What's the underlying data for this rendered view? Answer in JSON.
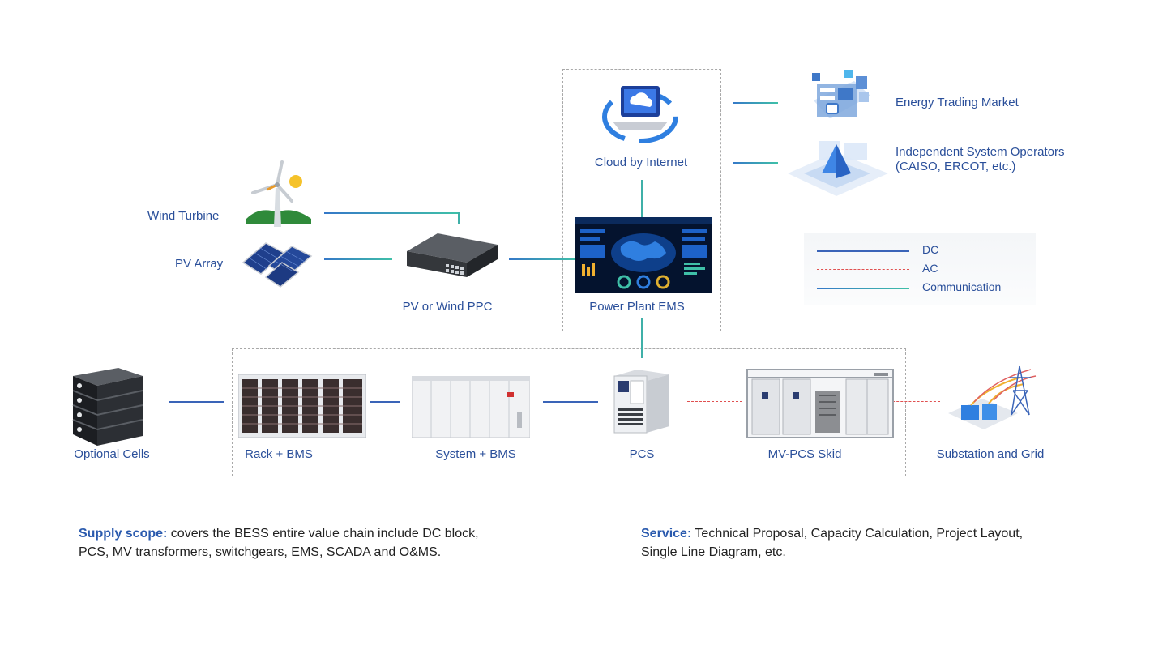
{
  "nodes": {
    "cloud": "Cloud by Internet",
    "energy_trading": "Energy Trading Market",
    "iso_line1": "Independent System Operators",
    "iso_line2": "(CAISO, ERCOT, etc.)",
    "wind": "Wind Turbine",
    "pv": "PV Array",
    "ppc": "PV or Wind PPC",
    "ems": "Power Plant EMS",
    "cells": "Optional Cells",
    "rack": "Rack + BMS",
    "system": "System + BMS",
    "pcs": "PCS",
    "skid": "MV-PCS Skid",
    "grid": "Substation and Grid"
  },
  "legend": {
    "dc": "DC",
    "ac": "AC",
    "comm": "Communication"
  },
  "colors": {
    "label": "#2a4f9a",
    "dc": "#3a64b8",
    "ac": "#e05050",
    "comm_start": "#3578c8",
    "comm_end": "#3fc0a8",
    "dashed_box": "#a8a8a8"
  },
  "notes": {
    "supply_title": "Supply scope:",
    "supply_text_1": " covers the BESS entire value chain include DC block,",
    "supply_text_2": "PCS, MV transformers, switchgears, EMS, SCADA and O&MS.",
    "service_title": "Service:",
    "service_text_1": " Technical Proposal, Capacity Calculation, Project Layout,",
    "service_text_2": "Single Line Diagram, etc."
  }
}
